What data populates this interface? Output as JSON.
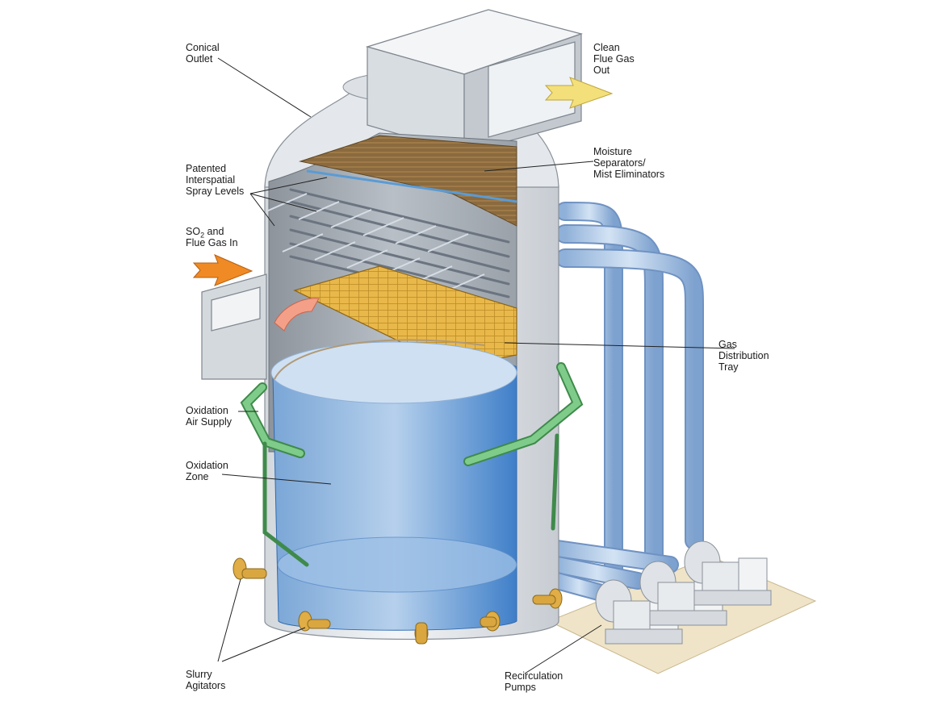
{
  "labels": {
    "conical_outlet": [
      "Conical",
      "Outlet"
    ],
    "clean_flue_gas_out": [
      "Clean",
      "Flue Gas",
      "Out"
    ],
    "moisture_separators": [
      "Moisture",
      "Separators/",
      "Mist Eliminators"
    ],
    "spray_levels": [
      "Patented",
      "Interspatial",
      "Spray Levels"
    ],
    "so2_in": {
      "line1_prefix": "SO",
      "line1_sub": "2",
      "line1_suffix": " and",
      "line2": "Flue Gas In"
    },
    "gas_distribution_tray": [
      "Gas",
      "Distribution",
      "Tray"
    ],
    "oxidation_air_supply": [
      "Oxidation",
      "Air Supply"
    ],
    "oxidation_zone": [
      "Oxidation",
      "Zone"
    ],
    "slurry_agitators": [
      "Slurry",
      "Agitators"
    ],
    "recirculation_pumps": [
      "Recirculation",
      "Pumps"
    ]
  },
  "colors": {
    "vessel": "#e8ebee",
    "vessel_shade": "#c9ced4",
    "slurry": "#8fb7e0",
    "slurry_dark": "#3f7fc8",
    "pipe_blue": "#a9c6e6",
    "pipe_green": "#6fbf7c",
    "tray_yellow": "#e9b84a",
    "mist_brown": "#8a6a3e",
    "arrow_orange": "#f08a24",
    "arrow_yellow": "#f3e07a",
    "agitator": "#d9a640",
    "pad": "#efe4c8"
  }
}
